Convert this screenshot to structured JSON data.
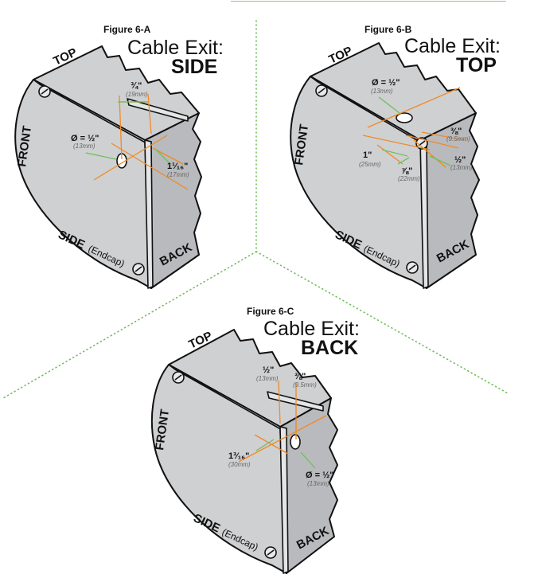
{
  "figures": [
    {
      "id": "6-A",
      "label": "Figure 6-A",
      "title_line1": "Cable Exit:",
      "title_line2": "SIDE",
      "faces": {
        "top": "TOP",
        "front": "FRONT",
        "side": "SIDE",
        "side_sub": "(Endcap)",
        "back": "BACK"
      },
      "dimensions": [
        {
          "value": "¾\"",
          "metric": "(19mm)"
        },
        {
          "value": "Ø = ½\"",
          "metric": "(13mm)"
        },
        {
          "value": "1¹⁄₁₆\"",
          "metric": "(17mm)"
        }
      ]
    },
    {
      "id": "6-B",
      "label": "Figure 6-B",
      "title_line1": "Cable Exit:",
      "title_line2": "TOP",
      "faces": {
        "top": "TOP",
        "front": "FRONT",
        "side": "SIDE",
        "side_sub": "(Endcap)",
        "back": "BACK"
      },
      "dimensions": [
        {
          "value": "Ø = ½\"",
          "metric": "(13mm)"
        },
        {
          "value": "⅜\"",
          "metric": "(9.5mm)"
        },
        {
          "value": "1\"",
          "metric": "(25mm)"
        },
        {
          "value": "½\"",
          "metric": "(13mm)"
        },
        {
          "value": "⅞\"",
          "metric": "(22mm)"
        }
      ]
    },
    {
      "id": "6-C",
      "label": "Figure 6-C",
      "title_line1": "Cable Exit:",
      "title_line2": "BACK",
      "faces": {
        "top": "TOP",
        "front": "FRONT",
        "side": "SIDE",
        "side_sub": "(Endcap)",
        "back": "BACK"
      },
      "dimensions": [
        {
          "value": "½\"",
          "metric": "(13mm)"
        },
        {
          "value": "⅜\"",
          "metric": "(9.5mm)"
        },
        {
          "value": "1³⁄₁₆\"",
          "metric": "(30mm)"
        },
        {
          "value": "Ø = ½\"",
          "metric": "(13mm)"
        }
      ]
    }
  ],
  "colors": {
    "measure_line": "#f08a24",
    "leader_line": "#6fbf5a",
    "divider": "#6fbf5a",
    "panel": "#cfd0d2"
  }
}
